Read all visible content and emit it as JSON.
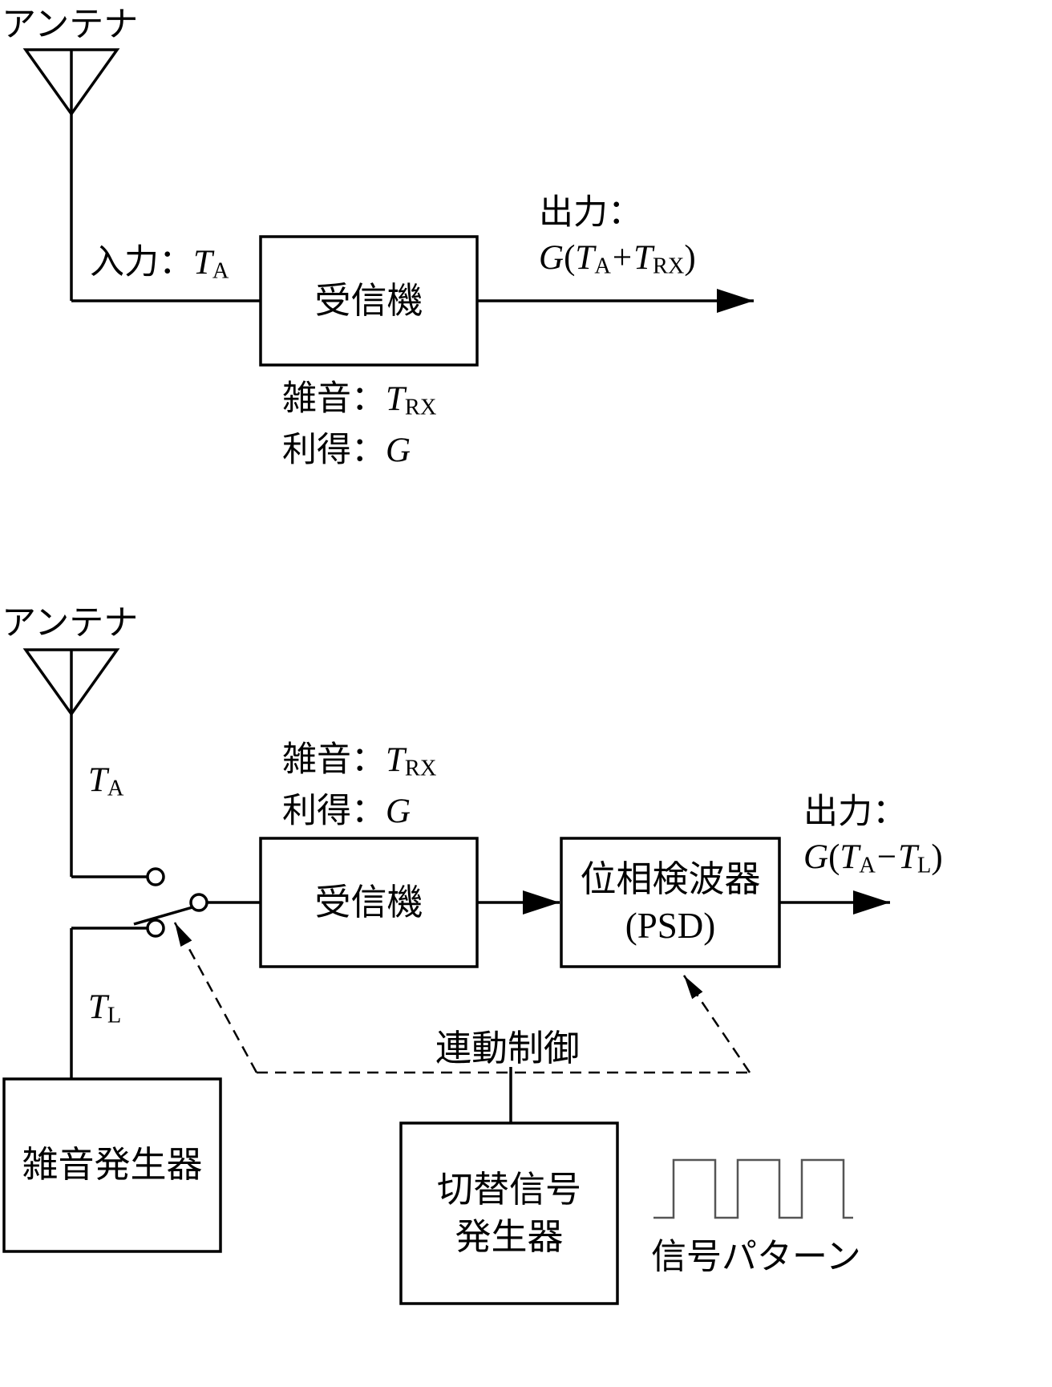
{
  "labels": {
    "antenna": "アンテナ",
    "input_prefix": "入力：",
    "output_prefix": "出力：",
    "receiver": "受信機",
    "noise_prefix": "雑音：",
    "gain_prefix": "利得：",
    "psd_name": "位相検波器",
    "psd_abbr": "(PSD)",
    "noise_generator": "雑音発生器",
    "interlock_control": "連動制御",
    "switch_signal_line1": "切替信号",
    "switch_signal_line2": "発生器",
    "signal_pattern": "信号パターン"
  },
  "symbols": {
    "T": "T",
    "G": "G",
    "sub_A": "A",
    "sub_RX": "RX",
    "sub_L": "L",
    "open_paren": "(",
    "close_paren": ")",
    "plus": "+",
    "minus": "−"
  },
  "colors": {
    "line": "#000000",
    "background": "#ffffff",
    "waveform": "#555555"
  }
}
